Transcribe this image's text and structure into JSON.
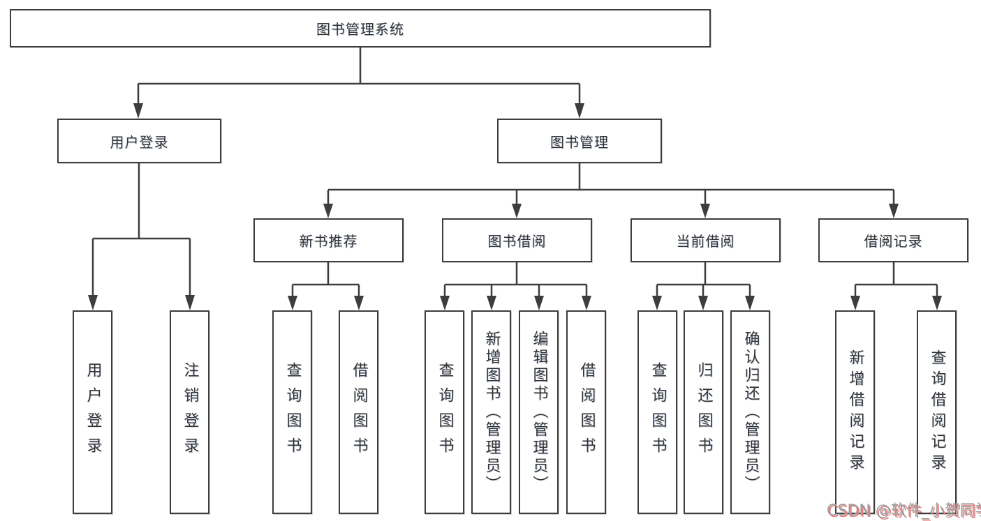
{
  "diagram": {
    "tree": {
      "label": "图书管理系统",
      "children": [
        {
          "label": "用户登录",
          "children": [
            {
              "label": "用户登录"
            },
            {
              "label": "注销登录"
            }
          ]
        },
        {
          "label": "图书管理",
          "children": [
            {
              "label": "新书推荐",
              "children": [
                {
                  "label": "查询图书"
                },
                {
                  "label": "借阅图书"
                }
              ]
            },
            {
              "label": "图书借阅",
              "children": [
                {
                  "label": "查询图书"
                },
                {
                  "label": "新增图书（管理员）"
                },
                {
                  "label": "编辑图书（管理员）"
                },
                {
                  "label": "借阅图书"
                }
              ]
            },
            {
              "label": "当前借阅",
              "children": [
                {
                  "label": "查询图书"
                },
                {
                  "label": "归还图书"
                },
                {
                  "label": "确认归还（管理员）"
                }
              ]
            },
            {
              "label": "借阅记录",
              "children": [
                {
                  "label": "新增借阅记录"
                },
                {
                  "label": "查询借阅记录"
                }
              ]
            }
          ]
        }
      ]
    }
  },
  "watermark": {
    "text": "CSDN @软件_小贺同学"
  },
  "colors": {
    "line": "#3d3d3d",
    "text": "#333333",
    "background": "#ffffff",
    "watermark_gray": "#9e9e9e",
    "watermark_red": "#e57f7f"
  }
}
